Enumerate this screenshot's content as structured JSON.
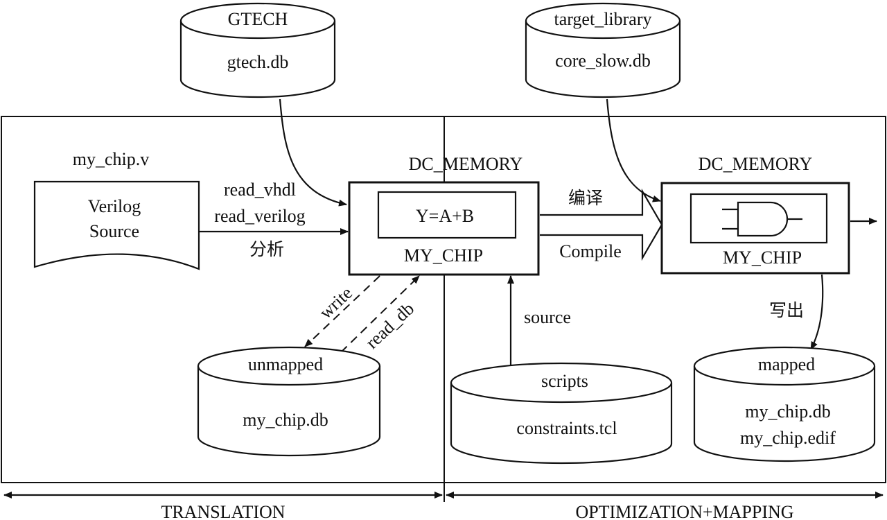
{
  "databases": {
    "gtech": {
      "title": "GTECH",
      "file": "gtech.db"
    },
    "target_library": {
      "title": "target_library",
      "file": "core_slow.db"
    },
    "unmapped": {
      "title": "unmapped",
      "file": "my_chip.db"
    },
    "scripts": {
      "title": "scripts",
      "file": "constraints.tcl"
    },
    "mapped": {
      "title": "mapped",
      "files": [
        "my_chip.db",
        "my_chip.edif"
      ]
    }
  },
  "source": {
    "filename": "my_chip.v",
    "lines": [
      "Verilog",
      "Source"
    ]
  },
  "memory_left": {
    "title": "DC_MEMORY",
    "equation": "Y=A+B",
    "chip": "MY_CHIP"
  },
  "memory_right": {
    "title": "DC_MEMORY",
    "chip": "MY_CHIP"
  },
  "arrows": {
    "read_vhdl": "read_vhdl",
    "read_verilog": "read_verilog",
    "analyze": "分析",
    "write": "write",
    "read_db": "read_db",
    "compile_cn": "编译",
    "compile": "Compile",
    "source": "source",
    "write_out": "写出"
  },
  "phases": {
    "translation": "TRANSLATION",
    "optimization": "OPTIMIZATION+MAPPING"
  }
}
